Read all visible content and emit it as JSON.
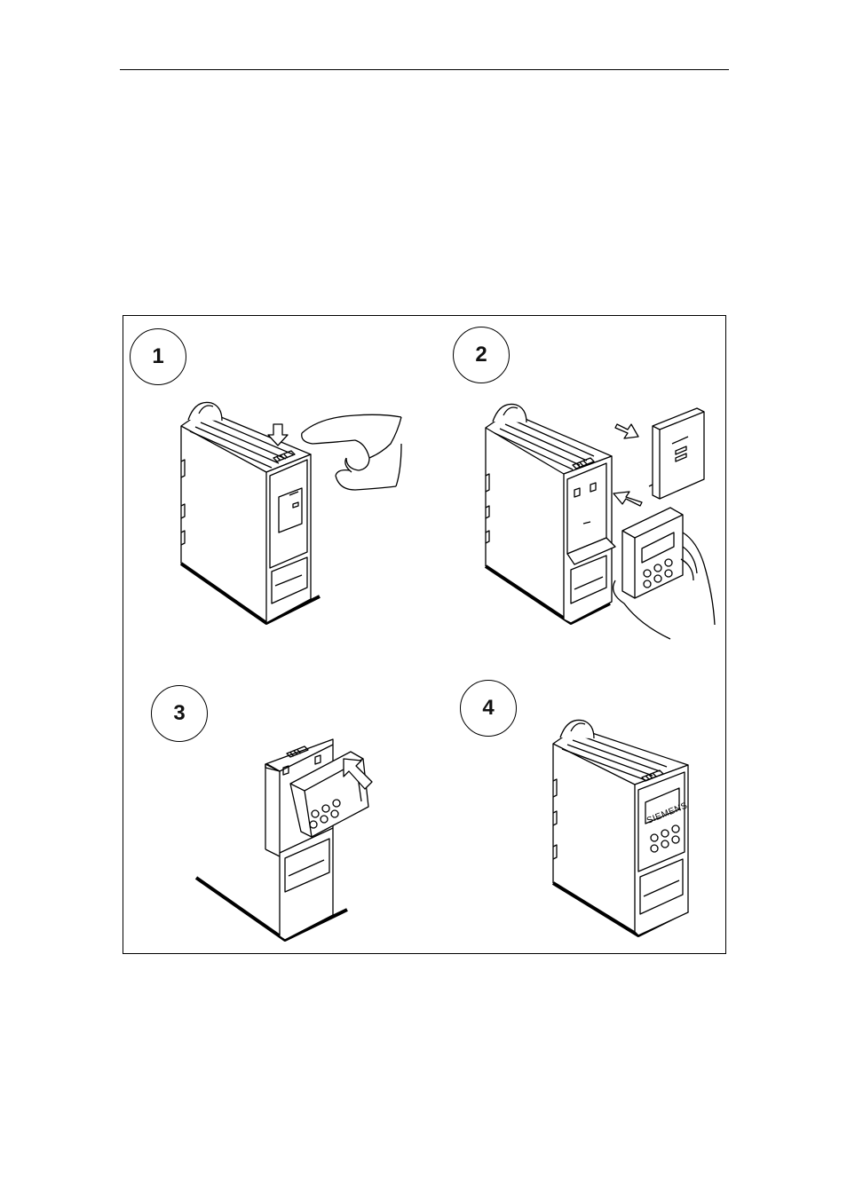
{
  "steps": [
    {
      "number": "1"
    },
    {
      "number": "2"
    },
    {
      "number": "3"
    },
    {
      "number": "4"
    }
  ],
  "panel_brand": "SIEMENS",
  "colors": {
    "line": "#000000",
    "background": "#ffffff",
    "shade": "#e6e6e6"
  }
}
